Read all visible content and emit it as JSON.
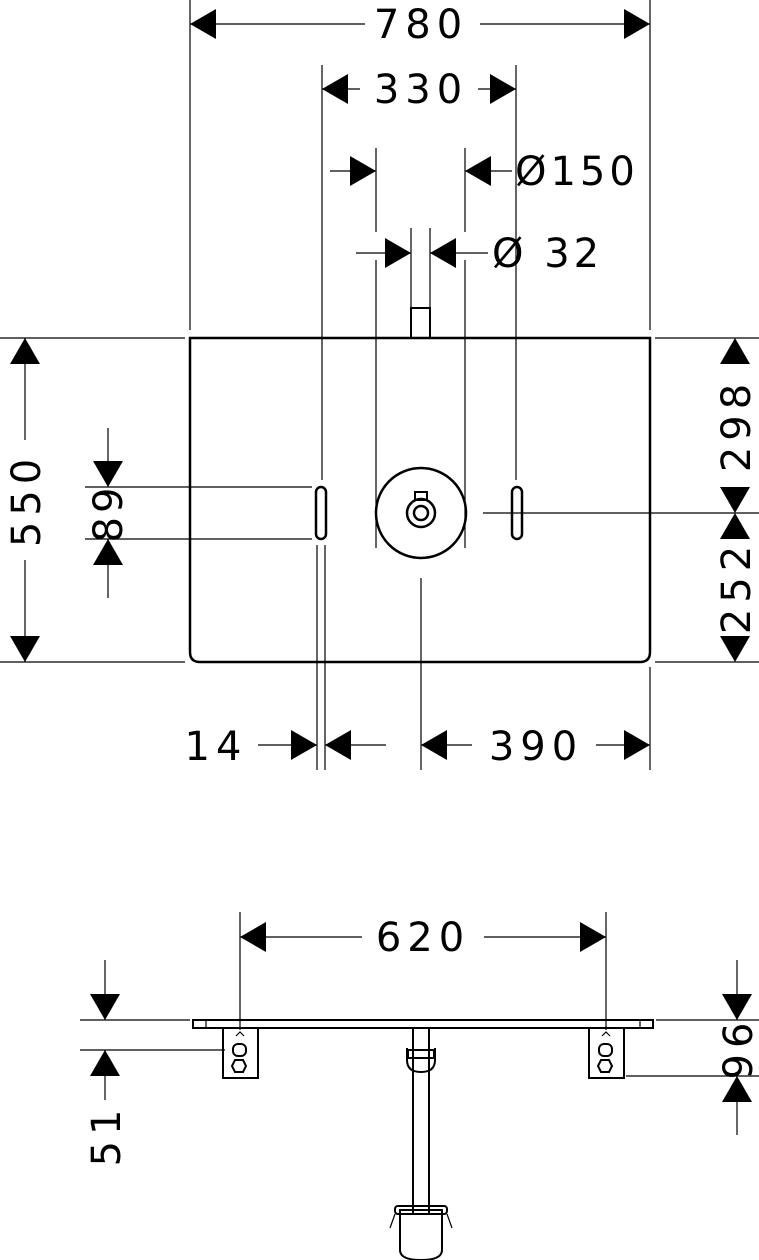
{
  "dimensions": {
    "total_width": "780",
    "slot_spacing": "330",
    "outlet_diameter": "Ø150",
    "pipe_diameter": "Ø 32",
    "total_depth": "550",
    "slot_length": "89",
    "front_to_center": "298",
    "center_to_back": "252",
    "edge_offset": "14",
    "half_width": "390",
    "bracket_spacing": "620",
    "top_height": "96",
    "bracket_height": "51"
  },
  "colors": {
    "line": "#000000",
    "background": "#ffffff"
  }
}
